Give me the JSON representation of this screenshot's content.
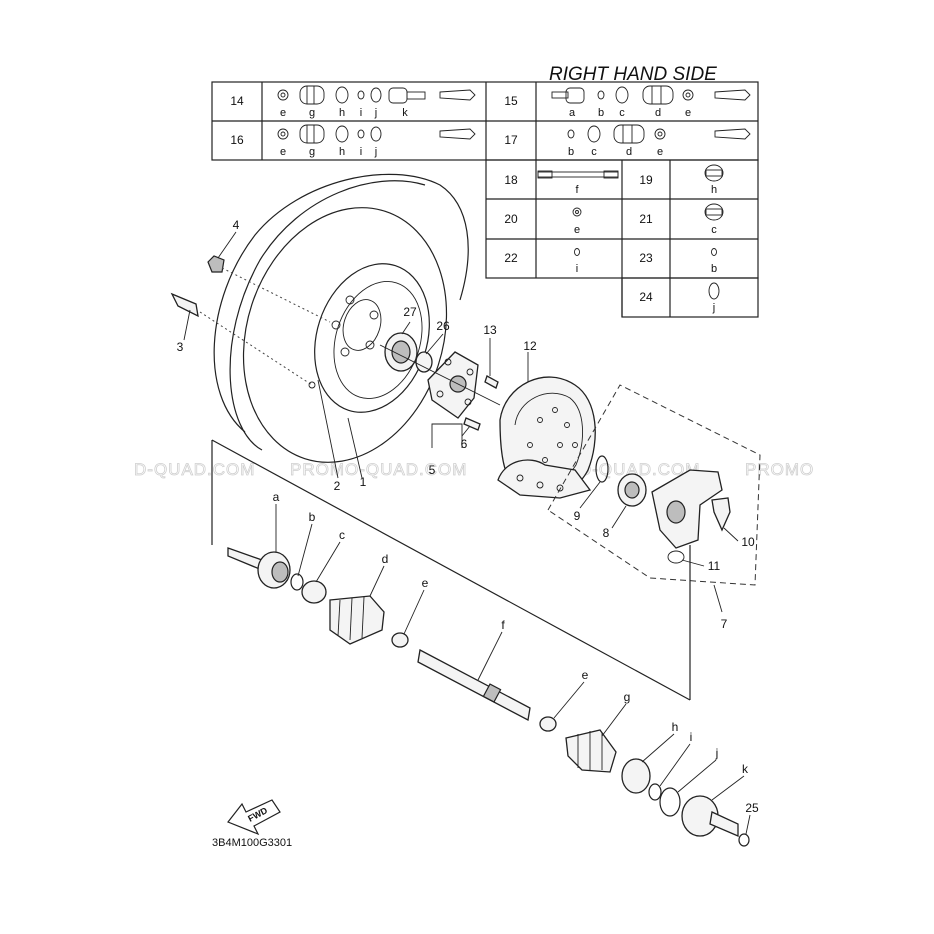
{
  "title": "RIGHT HAND SIDE",
  "drawing_code": "3B4M100G3301",
  "fwd_label": "FWD",
  "watermarks": [
    "D-QUAD.COM",
    "PROMO-QUAD.COM",
    "PROMO-QUAD.COM",
    "PROMO"
  ],
  "kit_table": [
    {
      "num": "14",
      "letters": [
        "e",
        "g",
        "h",
        "i",
        "j",
        "k"
      ]
    },
    {
      "num": "15",
      "letters": [
        "a",
        "b",
        "c",
        "d",
        "e"
      ]
    },
    {
      "num": "16",
      "letters": [
        "e",
        "g",
        "h",
        "i",
        "j"
      ]
    },
    {
      "num": "17",
      "letters": [
        "b",
        "c",
        "d",
        "e"
      ]
    },
    {
      "num": "18",
      "letters": [
        "f"
      ]
    },
    {
      "num": "19",
      "letters": [
        "h"
      ]
    },
    {
      "num": "20",
      "letters": [
        "e"
      ]
    },
    {
      "num": "21",
      "letters": [
        "c"
      ]
    },
    {
      "num": "22",
      "letters": [
        "i"
      ]
    },
    {
      "num": "23",
      "letters": [
        "b"
      ]
    },
    {
      "num": "24",
      "letters": [
        "j"
      ]
    }
  ],
  "callouts": {
    "n1": "1",
    "n2": "2",
    "n3": "3",
    "n4": "4",
    "n5": "5",
    "n6": "6",
    "n7": "7",
    "n8": "8",
    "n9": "9",
    "n10": "10",
    "n11": "11",
    "n12": "12",
    "n13": "13",
    "n25": "25",
    "n26": "26",
    "n27": "27",
    "a": "a",
    "b": "b",
    "c": "c",
    "d": "d",
    "e1": "e",
    "e2": "e",
    "f": "f",
    "g": "g",
    "h": "h",
    "i": "i",
    "j": "j",
    "k": "k"
  }
}
